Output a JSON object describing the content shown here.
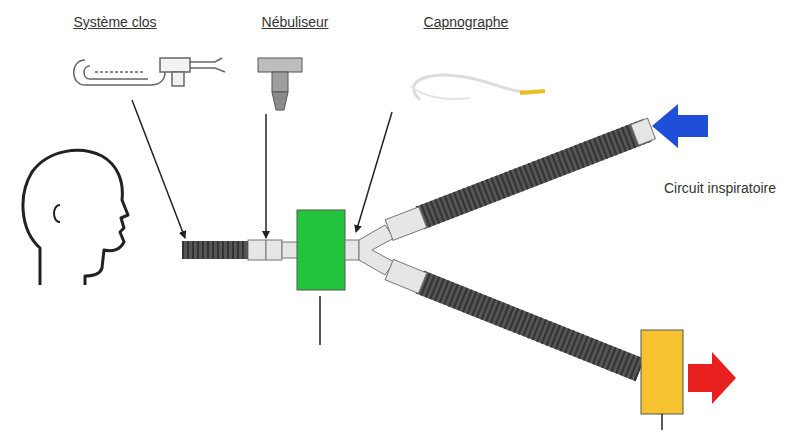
{
  "diagram": {
    "labels": [
      "Système clos",
      "Nébuliseur",
      "Capnographe",
      "Circuit inspiratoire"
    ]
  }
}
